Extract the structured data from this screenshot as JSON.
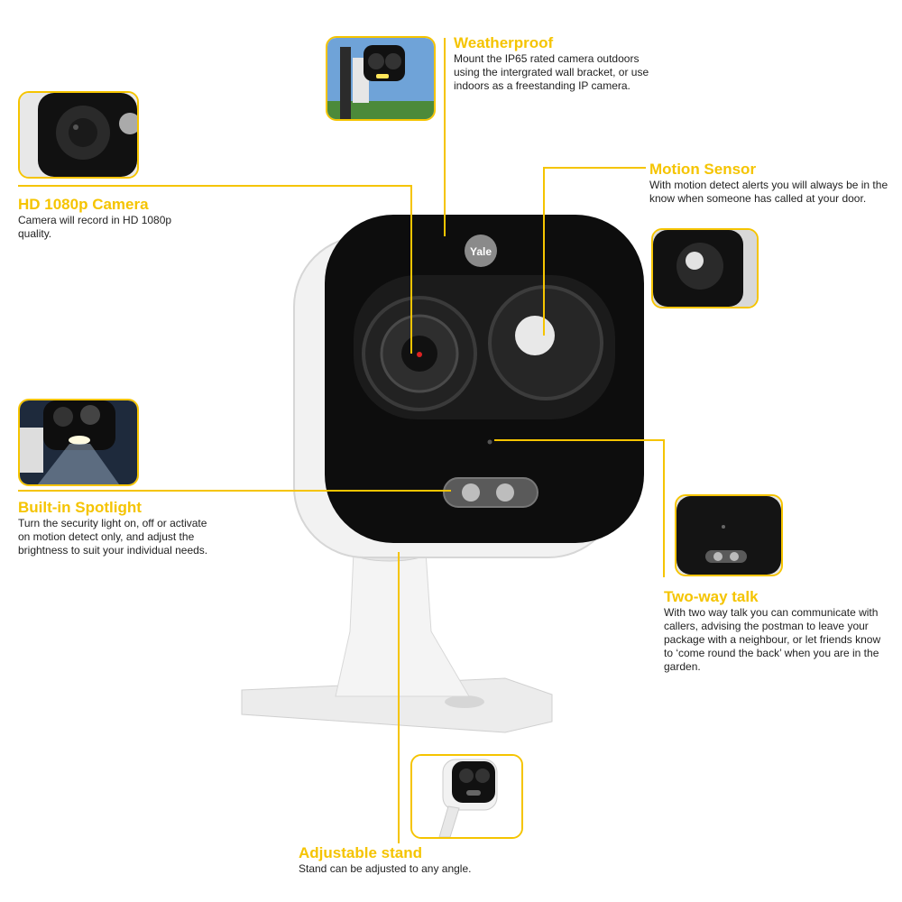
{
  "colors": {
    "accent": "#f5c400",
    "camera_body": "#0d0d0d",
    "housing": "#f2f2f2"
  },
  "brand": {
    "logo_text": "Yale"
  },
  "features": {
    "weatherproof": {
      "title": "Weatherproof",
      "description": "Mount the IP65 rated camera outdoors using the intergrated wall bracket, or use indoors as a freestanding IP camera."
    },
    "hd_camera": {
      "title": "HD 1080p Camera",
      "description": "Camera will record in HD 1080p quality."
    },
    "motion_sensor": {
      "title": "Motion Sensor",
      "description": "With motion detect alerts you will always be in the know when someone has called at your door."
    },
    "spotlight": {
      "title": "Built-in Spotlight",
      "description": "Turn the security light on, off or activate on motion detect only, and adjust the brightness to suit your individual needs."
    },
    "two_way_talk": {
      "title": "Two-way talk",
      "description": "With two way talk you can communicate with callers, advising the postman to leave your package with a neighbour, or let friends know to ‘come round the back’ when you are in the garden."
    },
    "adjustable_stand": {
      "title": "Adjustable stand",
      "description": "Stand can be adjusted to any angle."
    }
  }
}
